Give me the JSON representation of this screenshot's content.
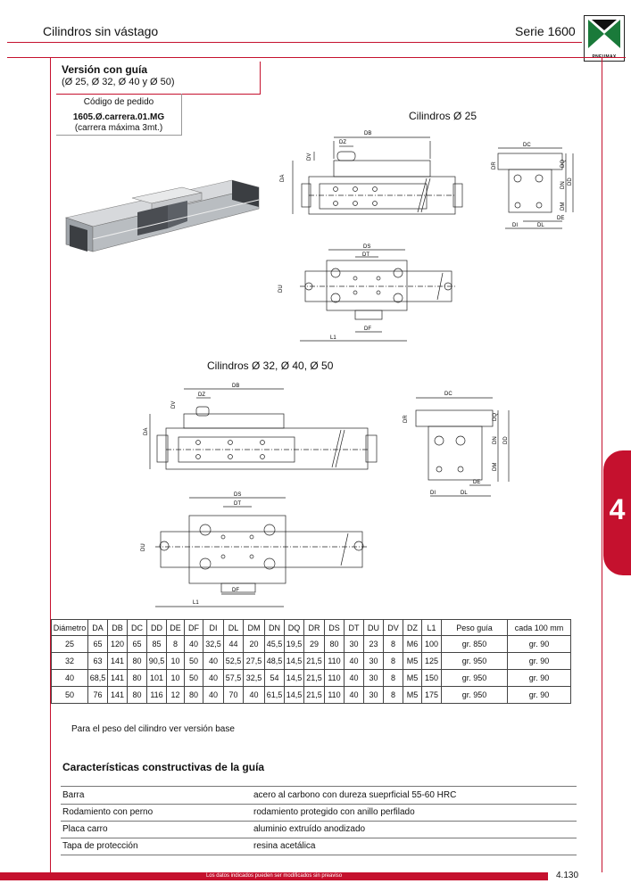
{
  "header": {
    "title": "Cilindros sin vástago",
    "series": "Serie 1600",
    "logo_text": "PNEUMAX"
  },
  "version": {
    "title": "Versión con guía",
    "subtitle": "(Ø 25, Ø 32, Ø 40 y Ø 50)"
  },
  "order": {
    "label": "Código de pedido",
    "code": "1605.Ø.carrera.01.MG",
    "note": "(carrera máxima 3mt.)"
  },
  "sections": {
    "small": "Cilindros Ø 25",
    "large": "Cilindros Ø 32, Ø 40, Ø 50"
  },
  "dims": {
    "db": "DB",
    "dz": "DZ",
    "dv": "DV",
    "da": "DA",
    "dc": "DC",
    "dr": "DR",
    "dq": "DQ",
    "dn": "DN",
    "dd": "DD",
    "dm": "DM",
    "de": "DE",
    "di": "DI",
    "dl": "DL",
    "ds": "DS",
    "dt": "DT",
    "du": "DU",
    "df": "DF",
    "l1": "L1"
  },
  "table": {
    "headers": [
      "Diámetro",
      "DA",
      "DB",
      "DC",
      "DD",
      "DE",
      "DF",
      "DI",
      "DL",
      "DM",
      "DN",
      "DQ",
      "DR",
      "DS",
      "DT",
      "DU",
      "DV",
      "DZ",
      "L1",
      "Peso guía",
      "cada 100 mm"
    ],
    "rows": [
      [
        "25",
        "65",
        "120",
        "65",
        "85",
        "8",
        "40",
        "32,5",
        "44",
        "20",
        "45,5",
        "19,5",
        "29",
        "80",
        "30",
        "23",
        "8",
        "M6",
        "100",
        "gr. 850",
        "gr. 90"
      ],
      [
        "32",
        "63",
        "141",
        "80",
        "90,5",
        "10",
        "50",
        "40",
        "52,5",
        "27,5",
        "48,5",
        "14,5",
        "21,5",
        "110",
        "40",
        "30",
        "8",
        "M5",
        "125",
        "gr. 950",
        "gr. 90"
      ],
      [
        "40",
        "68,5",
        "141",
        "80",
        "101",
        "10",
        "50",
        "40",
        "57,5",
        "32,5",
        "54",
        "14,5",
        "21,5",
        "110",
        "40",
        "30",
        "8",
        "M5",
        "150",
        "gr. 950",
        "gr. 90"
      ],
      [
        "50",
        "76",
        "141",
        "80",
        "116",
        "12",
        "80",
        "40",
        "70",
        "40",
        "61,5",
        "14,5",
        "21,5",
        "110",
        "40",
        "30",
        "8",
        "M5",
        "175",
        "gr. 950",
        "gr. 90"
      ]
    ]
  },
  "note": "Para el peso del cilindro ver versión base",
  "characteristics": {
    "title": "Características constructivas de la guía",
    "items": [
      {
        "label": "Barra",
        "value": "acero al carbono con dureza sueprficial 55-60 HRC"
      },
      {
        "label": "Rodamiento con perno",
        "value": "rodamiento protegido con anillo perfilado"
      },
      {
        "label": "Placa carro",
        "value": "aluminio extruído anodizado"
      },
      {
        "label": "Tapa de protección",
        "value": "resina acetálica"
      }
    ]
  },
  "side_tab": "4",
  "footer": {
    "disclaimer": "Los datos indicados pueden ser modificados sin preaviso",
    "page": "4.130"
  },
  "colors": {
    "accent": "#c5112e"
  }
}
